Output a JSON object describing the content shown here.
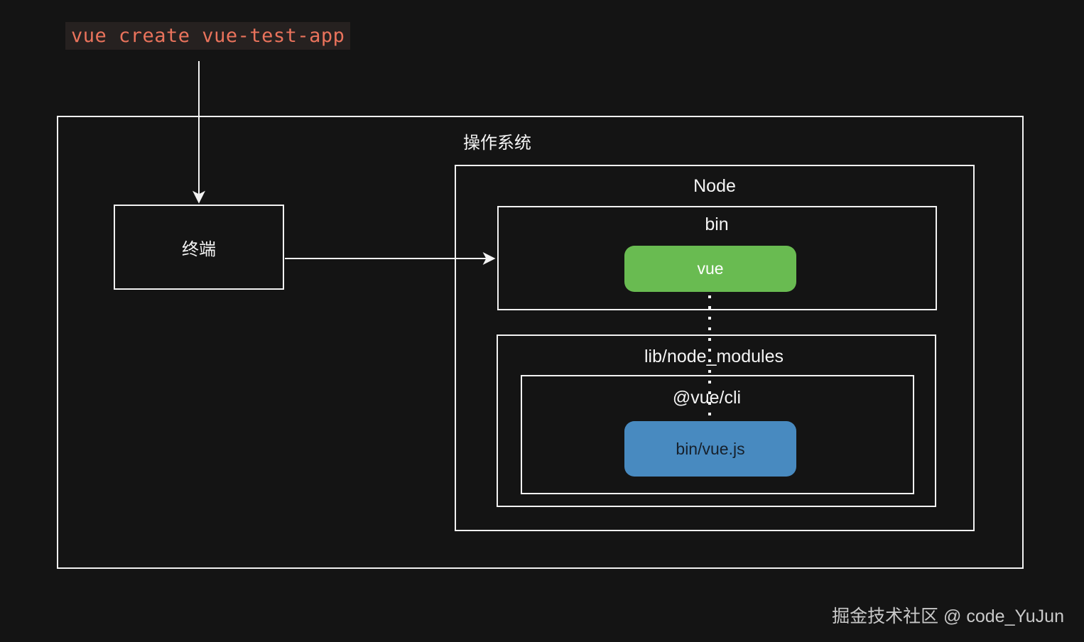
{
  "command": {
    "text": "vue create vue-test-app"
  },
  "os_box": {
    "label": "操作系统"
  },
  "terminal_box": {
    "label": "终端"
  },
  "node_box": {
    "label": "Node"
  },
  "bin_box": {
    "label": "bin"
  },
  "vue_button": {
    "label": "vue"
  },
  "lib_box": {
    "label": "lib/node_modules"
  },
  "cli_box": {
    "label": "@vue/cli"
  },
  "binvue_button": {
    "label": "bin/vue.js"
  },
  "watermark": {
    "text": "掘金技术社区 @ code_YuJun"
  },
  "colors": {
    "background": "#141414",
    "border": "#f2f2f2",
    "command_text": "#ea735c",
    "command_background": "#262120",
    "vue_button_background": "#69bb51",
    "vue_button_text": "#ffffff",
    "binvue_button_background": "#488ac0",
    "binvue_button_text": "#16202b",
    "watermark_text": "#c9c9c9"
  }
}
